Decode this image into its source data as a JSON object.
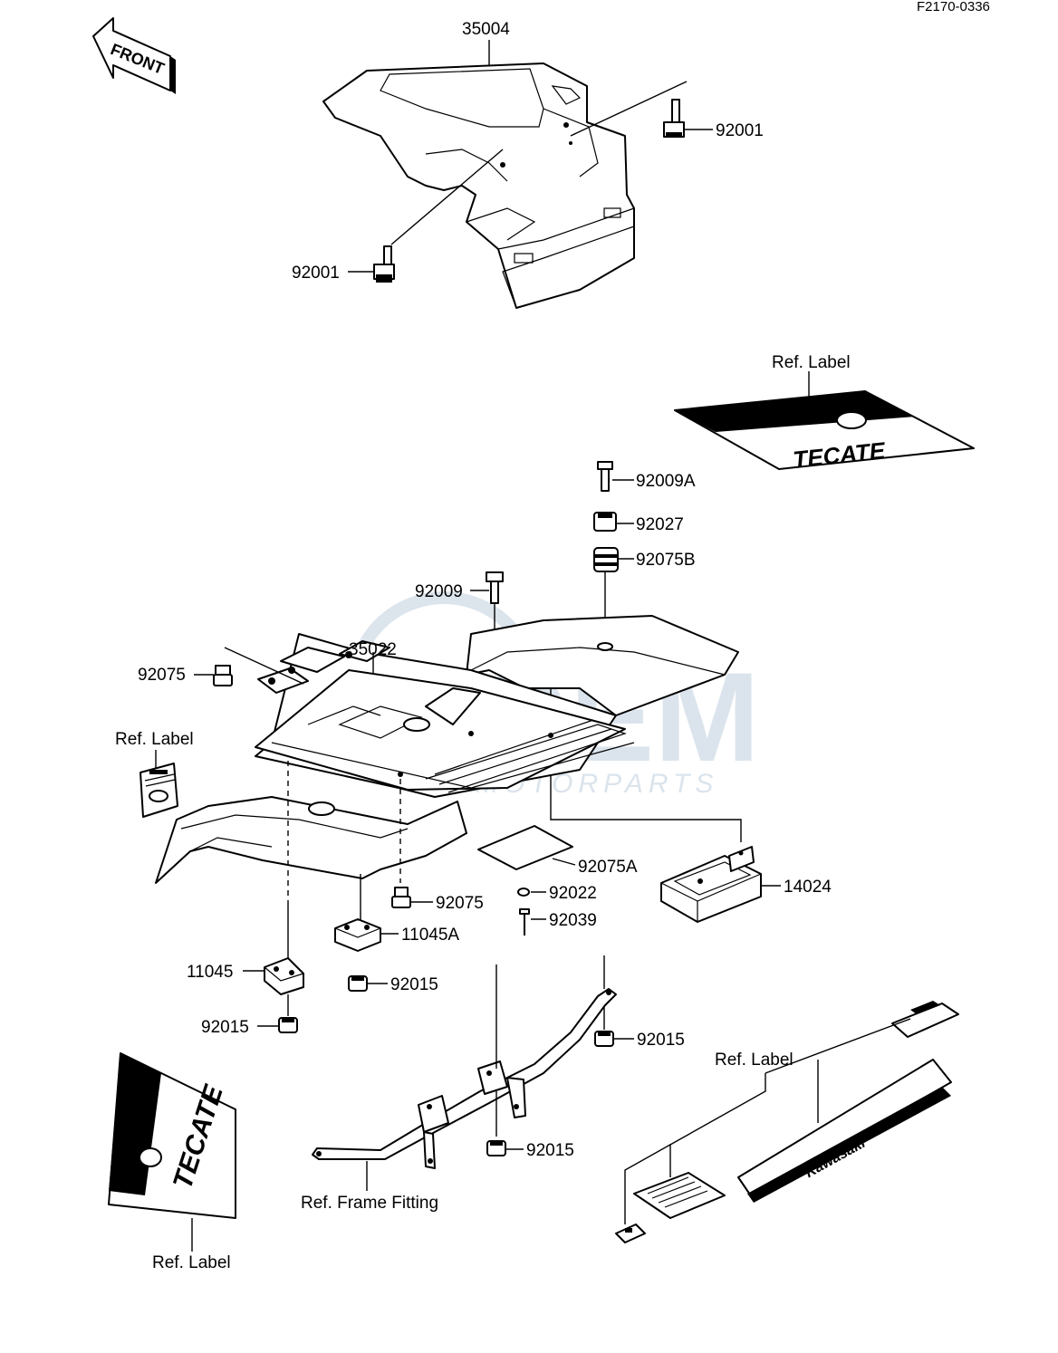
{
  "figure_code": "F2170-0336",
  "front_arrow_text": "FRONT",
  "watermark": {
    "brand": "OEM",
    "sub": "MOTORPARTS"
  },
  "callouts": {
    "p35004": "35004",
    "p92001_right": "92001",
    "p92001_left": "92001",
    "ref_label_top": "Ref. Label",
    "p92009A": "92009A",
    "p92027": "92027",
    "p92075B": "92075B",
    "p92009": "92009",
    "p35022": "35022",
    "p92075_top": "92075",
    "ref_label_left": "Ref. Label",
    "p92075A": "92075A",
    "p14024": "14024",
    "p92022": "92022",
    "p92039": "92039",
    "p92075_bottom": "92075",
    "p11045A": "11045A",
    "p11045": "11045",
    "p92015_a": "92015",
    "p92015_b": "92015",
    "p92015_c": "92015",
    "p92015_d": "92015",
    "ref_label_right": "Ref. Label",
    "ref_frame_fitting": "Ref. Frame Fitting",
    "ref_label_bottom": "Ref. Label"
  },
  "decal_texts": {
    "tecate": "TECATE",
    "kawasaki": "Kawasaki"
  }
}
